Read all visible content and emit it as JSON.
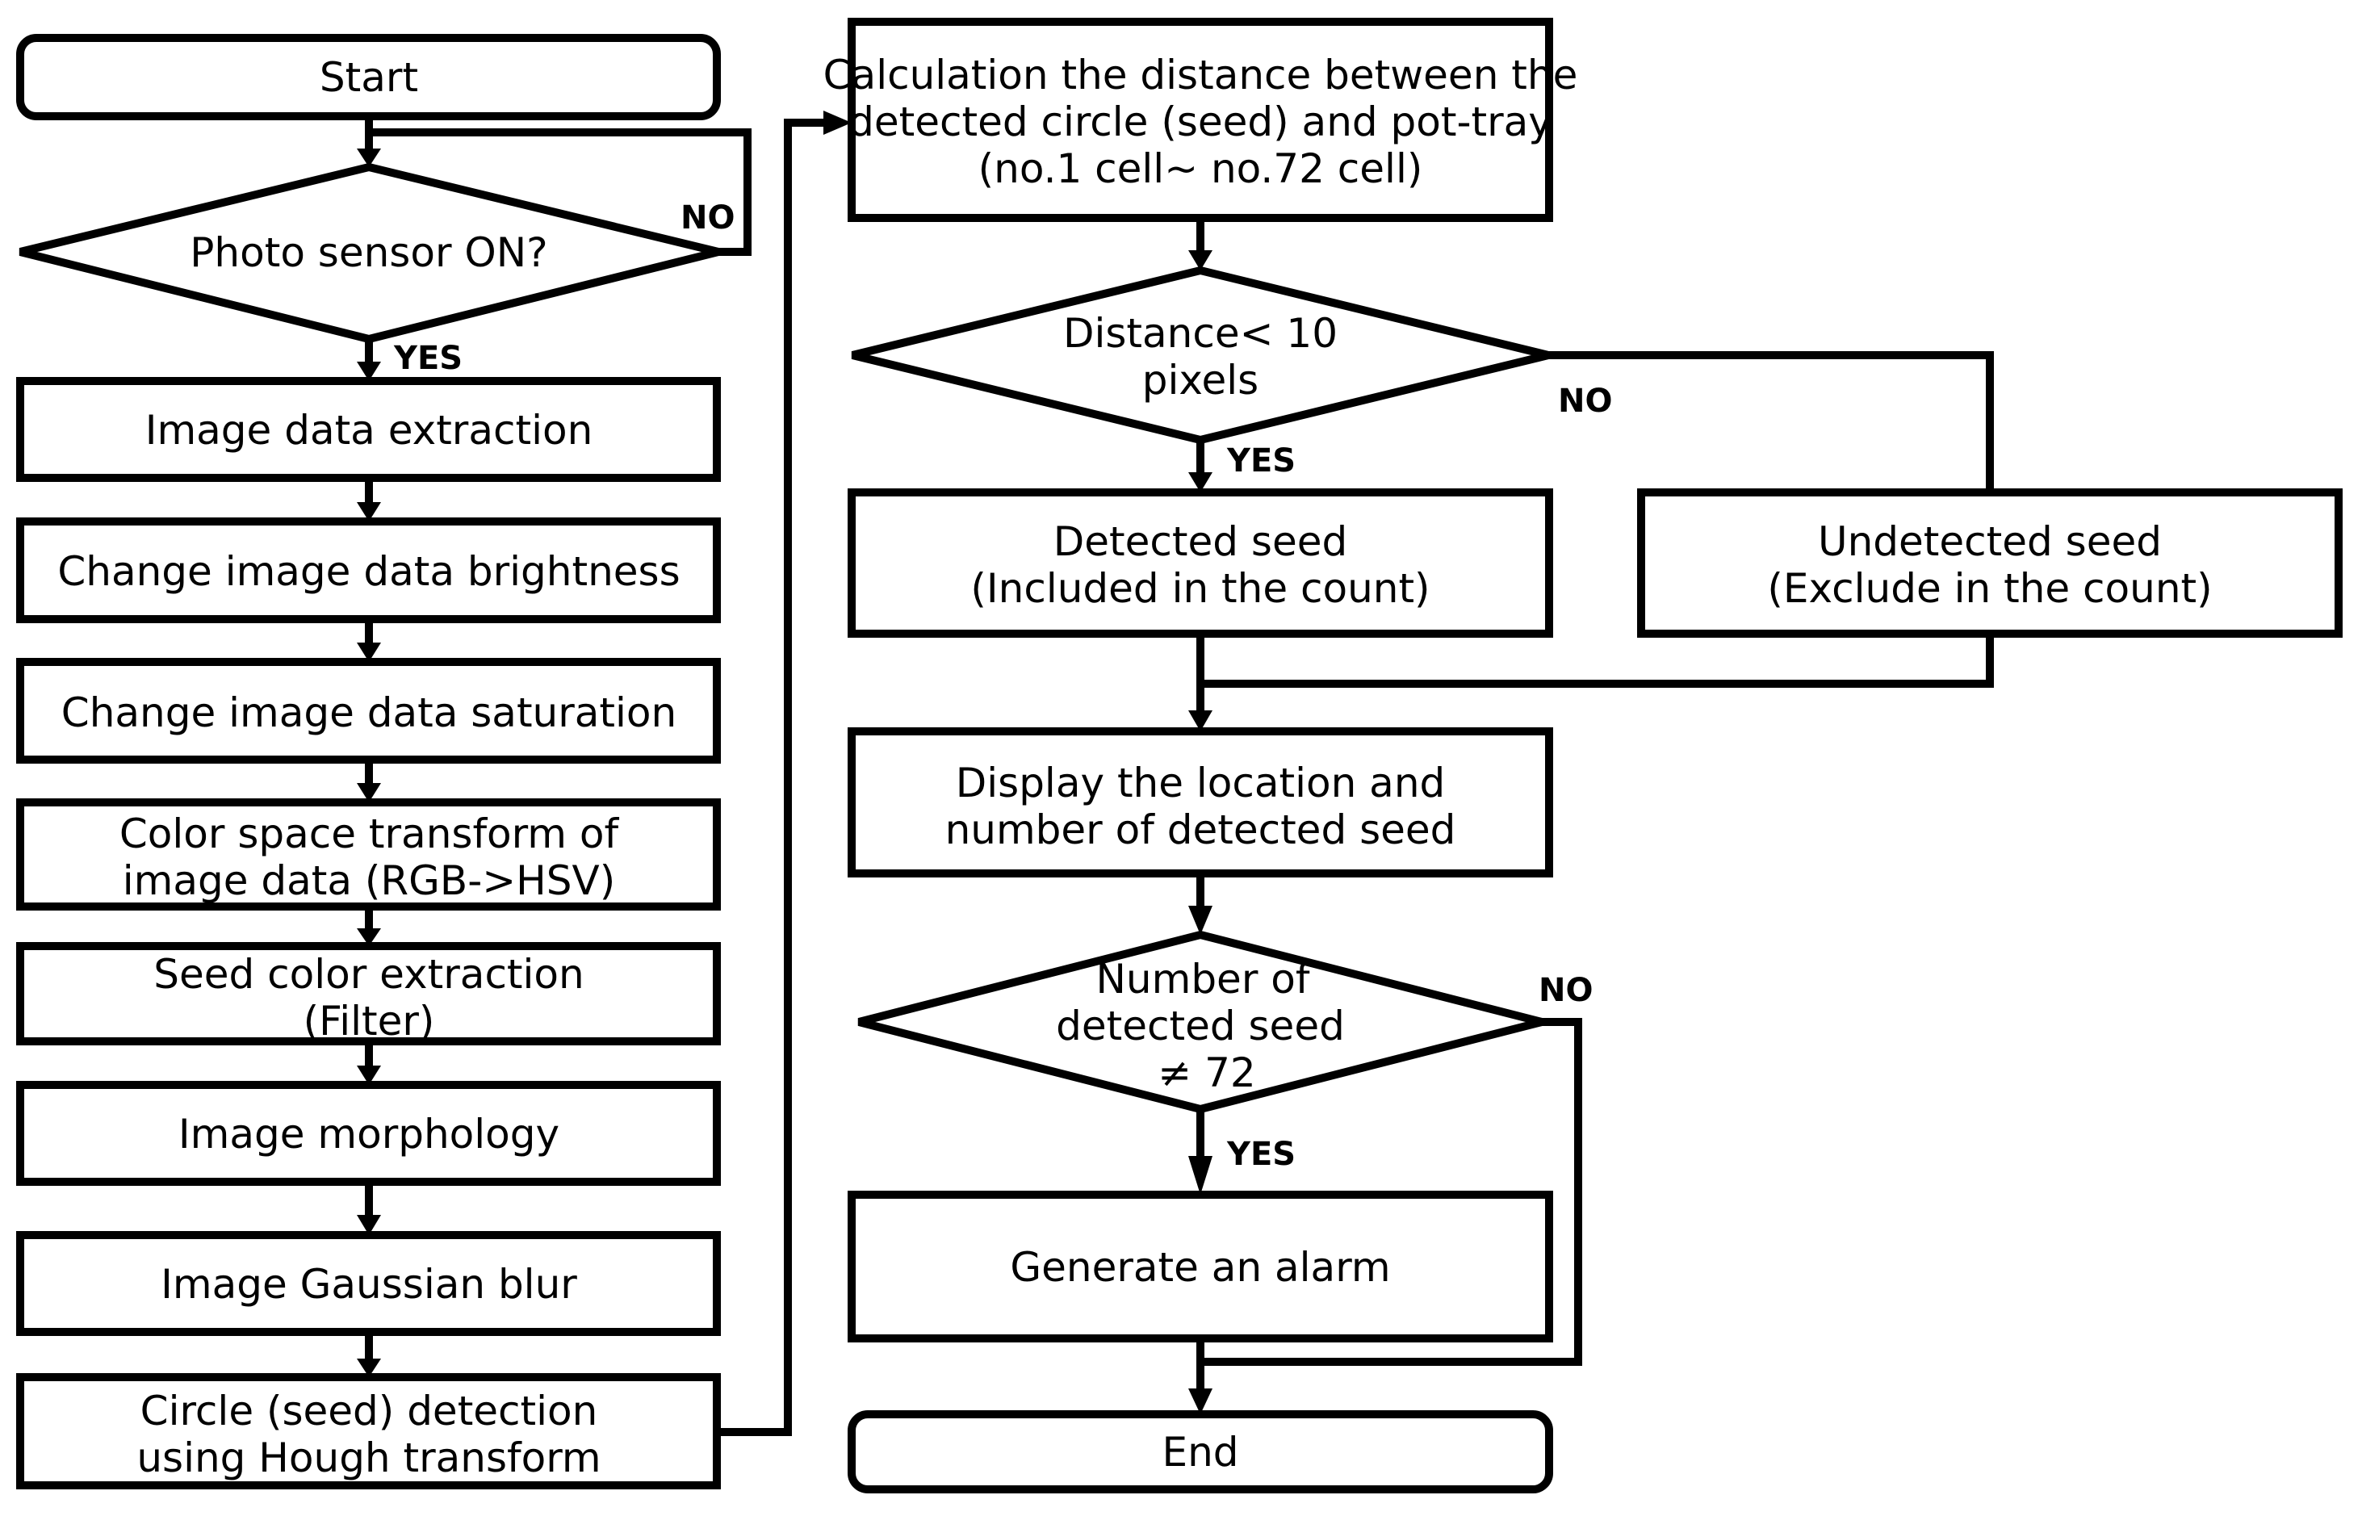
{
  "nodes": {
    "start": "Start",
    "photo_sensor": "Photo sensor ON?",
    "image_extraction": "Image data extraction",
    "brightness": "Change image data brightness",
    "saturation": "Change image data saturation",
    "color_space": [
      "Color space transform of",
      "image data (RGB->HSV)"
    ],
    "seed_color": [
      "Seed color extraction",
      "(Filter)"
    ],
    "morphology": "Image morphology",
    "gaussian": "Image Gaussian blur",
    "hough": [
      "Circle (seed) detection",
      "using Hough transform"
    ],
    "distance_calc": [
      "Calculation the distance between the",
      "detected circle (seed) and pot-tray",
      "(no.1 cell~ no.72 cell)"
    ],
    "distance_check": [
      "Distance< 10",
      "pixels"
    ],
    "detected": [
      "Detected seed",
      "(Included in the count)"
    ],
    "undetected": [
      "Undetected seed",
      "(Exclude in the count)"
    ],
    "display": [
      "Display the location and",
      "number of detected seed"
    ],
    "count_check": [
      "Number of",
      "detected seed",
      "≠ 72"
    ],
    "alarm": "Generate an alarm",
    "end": "End"
  },
  "branch_labels": {
    "photo_no": "NO",
    "photo_yes": "YES",
    "distance_no": "NO",
    "distance_yes": "YES",
    "count_no": "NO",
    "count_yes": "YES"
  }
}
